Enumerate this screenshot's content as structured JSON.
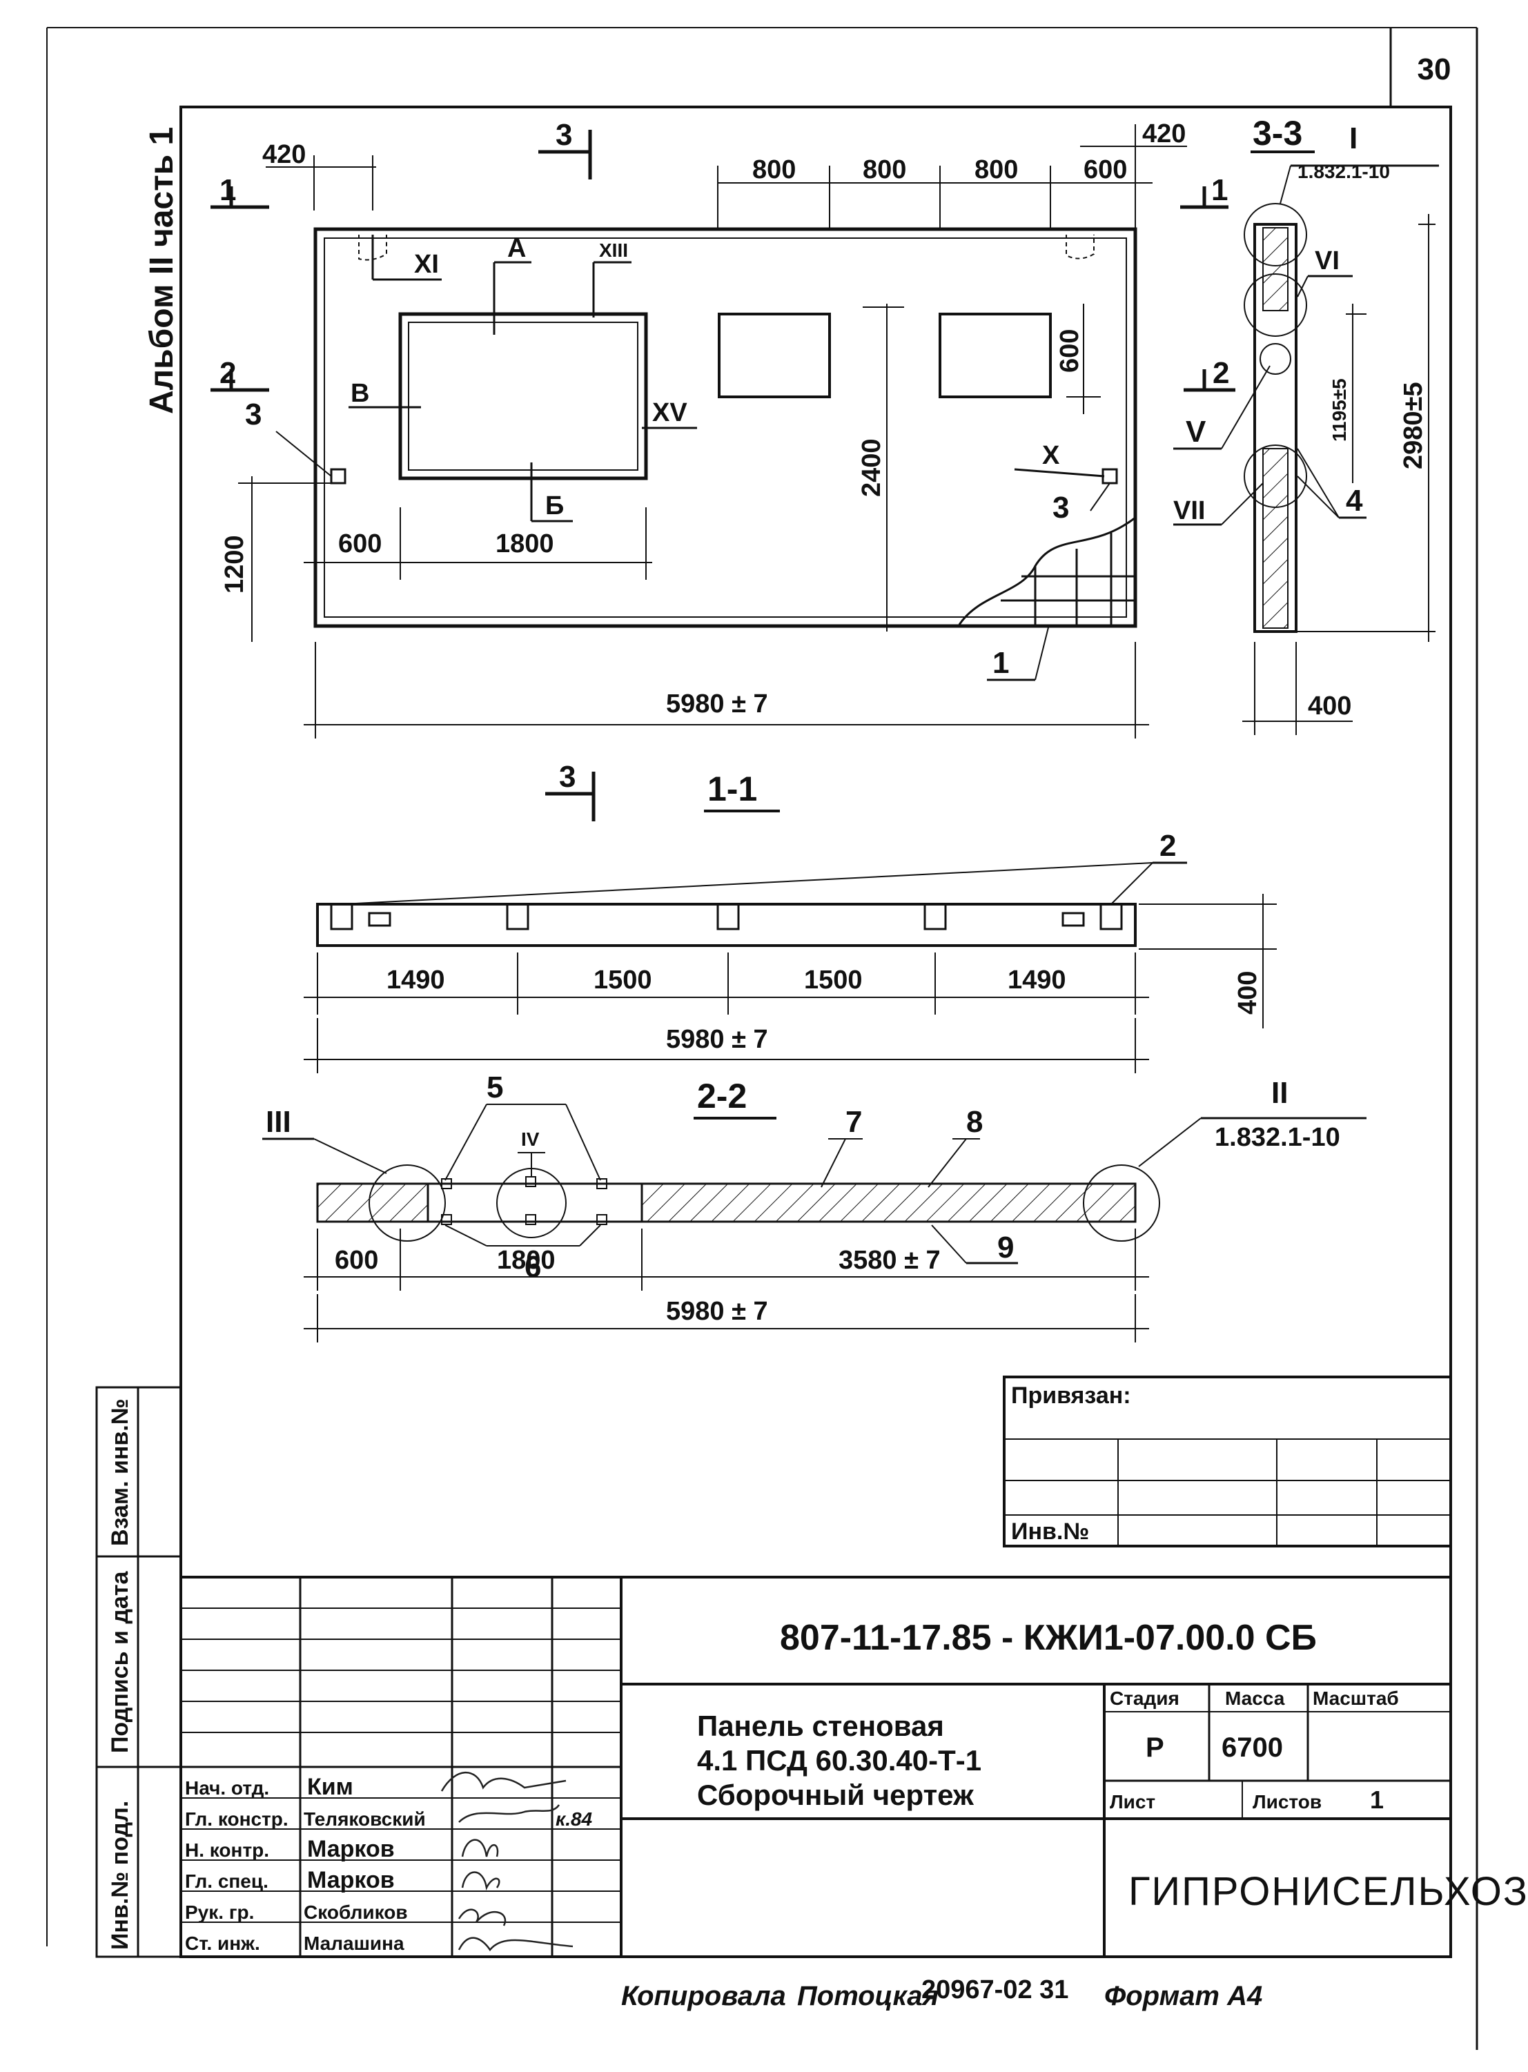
{
  "page": {
    "number": "30"
  },
  "album_label": "Альбом II часть 1",
  "main_view": {
    "dims_top": [
      "420",
      "800",
      "800",
      "800",
      "600",
      "420"
    ],
    "dim_600_window": "600",
    "dim_2400": "2400",
    "dim_1200": "1200",
    "dim_600_left": "600",
    "dim_1800": "1800",
    "overall": "5980 ± 7",
    "cut_marks": {
      "s1": "1",
      "s2": "2",
      "s3": "3"
    },
    "markers": {
      "xi": "XI",
      "a": "А",
      "xiii": "XIII",
      "b_left": "В",
      "xv": "XV",
      "b_bottom": "Б",
      "x": "X"
    },
    "positions": {
      "p3a": "3",
      "p3b": "3",
      "p1": "1"
    }
  },
  "section_3_3": {
    "title": "3-3",
    "node": "I",
    "node_ref": "1.832.1-10",
    "vi": "VI",
    "v": "V",
    "vii": "VII",
    "pos4": "4",
    "dim_1195": "1195±5",
    "dim_2980": "2980±5",
    "dim_400": "400"
  },
  "section_1_1": {
    "title": "1-1",
    "pos2": "2",
    "dims": [
      "1490",
      "1500",
      "1500",
      "1490"
    ],
    "overall": "5980 ± 7",
    "height": "400"
  },
  "section_2_2": {
    "title": "2-2",
    "iii": "III",
    "iv": "IV",
    "pos5": "5",
    "pos6": "6",
    "pos7": "7",
    "pos8": "8",
    "pos9": "9",
    "ii": "II",
    "ii_ref": "1.832.1-10",
    "dim_600": "600",
    "dim_1800": "1800",
    "dim_3580": "3580 ± 7",
    "overall": "5980 ± 7"
  },
  "side_stamp": {
    "vzam": "Взам. инв.№",
    "podpis": "Подпись и дата",
    "inv_podl": "Инв.№ подл."
  },
  "title_block": {
    "privyazan": "Привязан:",
    "inv_no": "Инв.№",
    "code": "807-11-17.85 - КЖИ1-07.00.0 СБ",
    "name_line1": "Панель стеновая",
    "name_line2": "4.1 ПСД 60.30.40-Т-1",
    "name_line3": "Сборочный чертеж",
    "stage_hdr": "Стадия",
    "mass_hdr": "Масса",
    "scale_hdr": "Масштаб",
    "stage": "Р",
    "mass": "6700",
    "sheet_hdr": "Лист",
    "sheets_hdr": "Листов",
    "sheets": "1",
    "org": "ГИПРОНИСЕЛЬХОЗ",
    "roles": [
      {
        "role": "Нач. отд.",
        "name": "Ким"
      },
      {
        "role": "Гл. констр.",
        "name": "Теляковский"
      },
      {
        "role": "Н. контр.",
        "name": "Марков"
      },
      {
        "role": "Гл. спец.",
        "name": "Марков"
      },
      {
        "role": "Рук. гр.",
        "name": "Скобликов"
      },
      {
        "role": "Ст. инж.",
        "name": "Малашина"
      }
    ],
    "sig_note": "к.84"
  },
  "footer": {
    "copied_label": "Копировала",
    "copied_name": "Потоцкая",
    "doc_num": "20967-02 31",
    "format_label": "Формат А4"
  },
  "colors": {
    "ink": "#111111",
    "paper": "#ffffff"
  }
}
